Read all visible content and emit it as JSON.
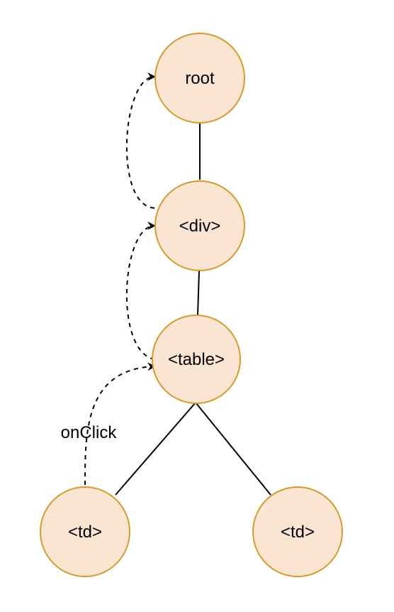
{
  "colors": {
    "node_fill": "#fae5d3",
    "node_stroke": "#d79b2a",
    "edge": "#000000",
    "background": "#ffffff"
  },
  "nodes": {
    "root": {
      "label": "root"
    },
    "div": {
      "label": "<div>"
    },
    "table": {
      "label": "<table>"
    },
    "td_left": {
      "label": "<td>"
    },
    "td_right": {
      "label": "<td>"
    }
  },
  "edges": {
    "event_label": "onClick"
  }
}
